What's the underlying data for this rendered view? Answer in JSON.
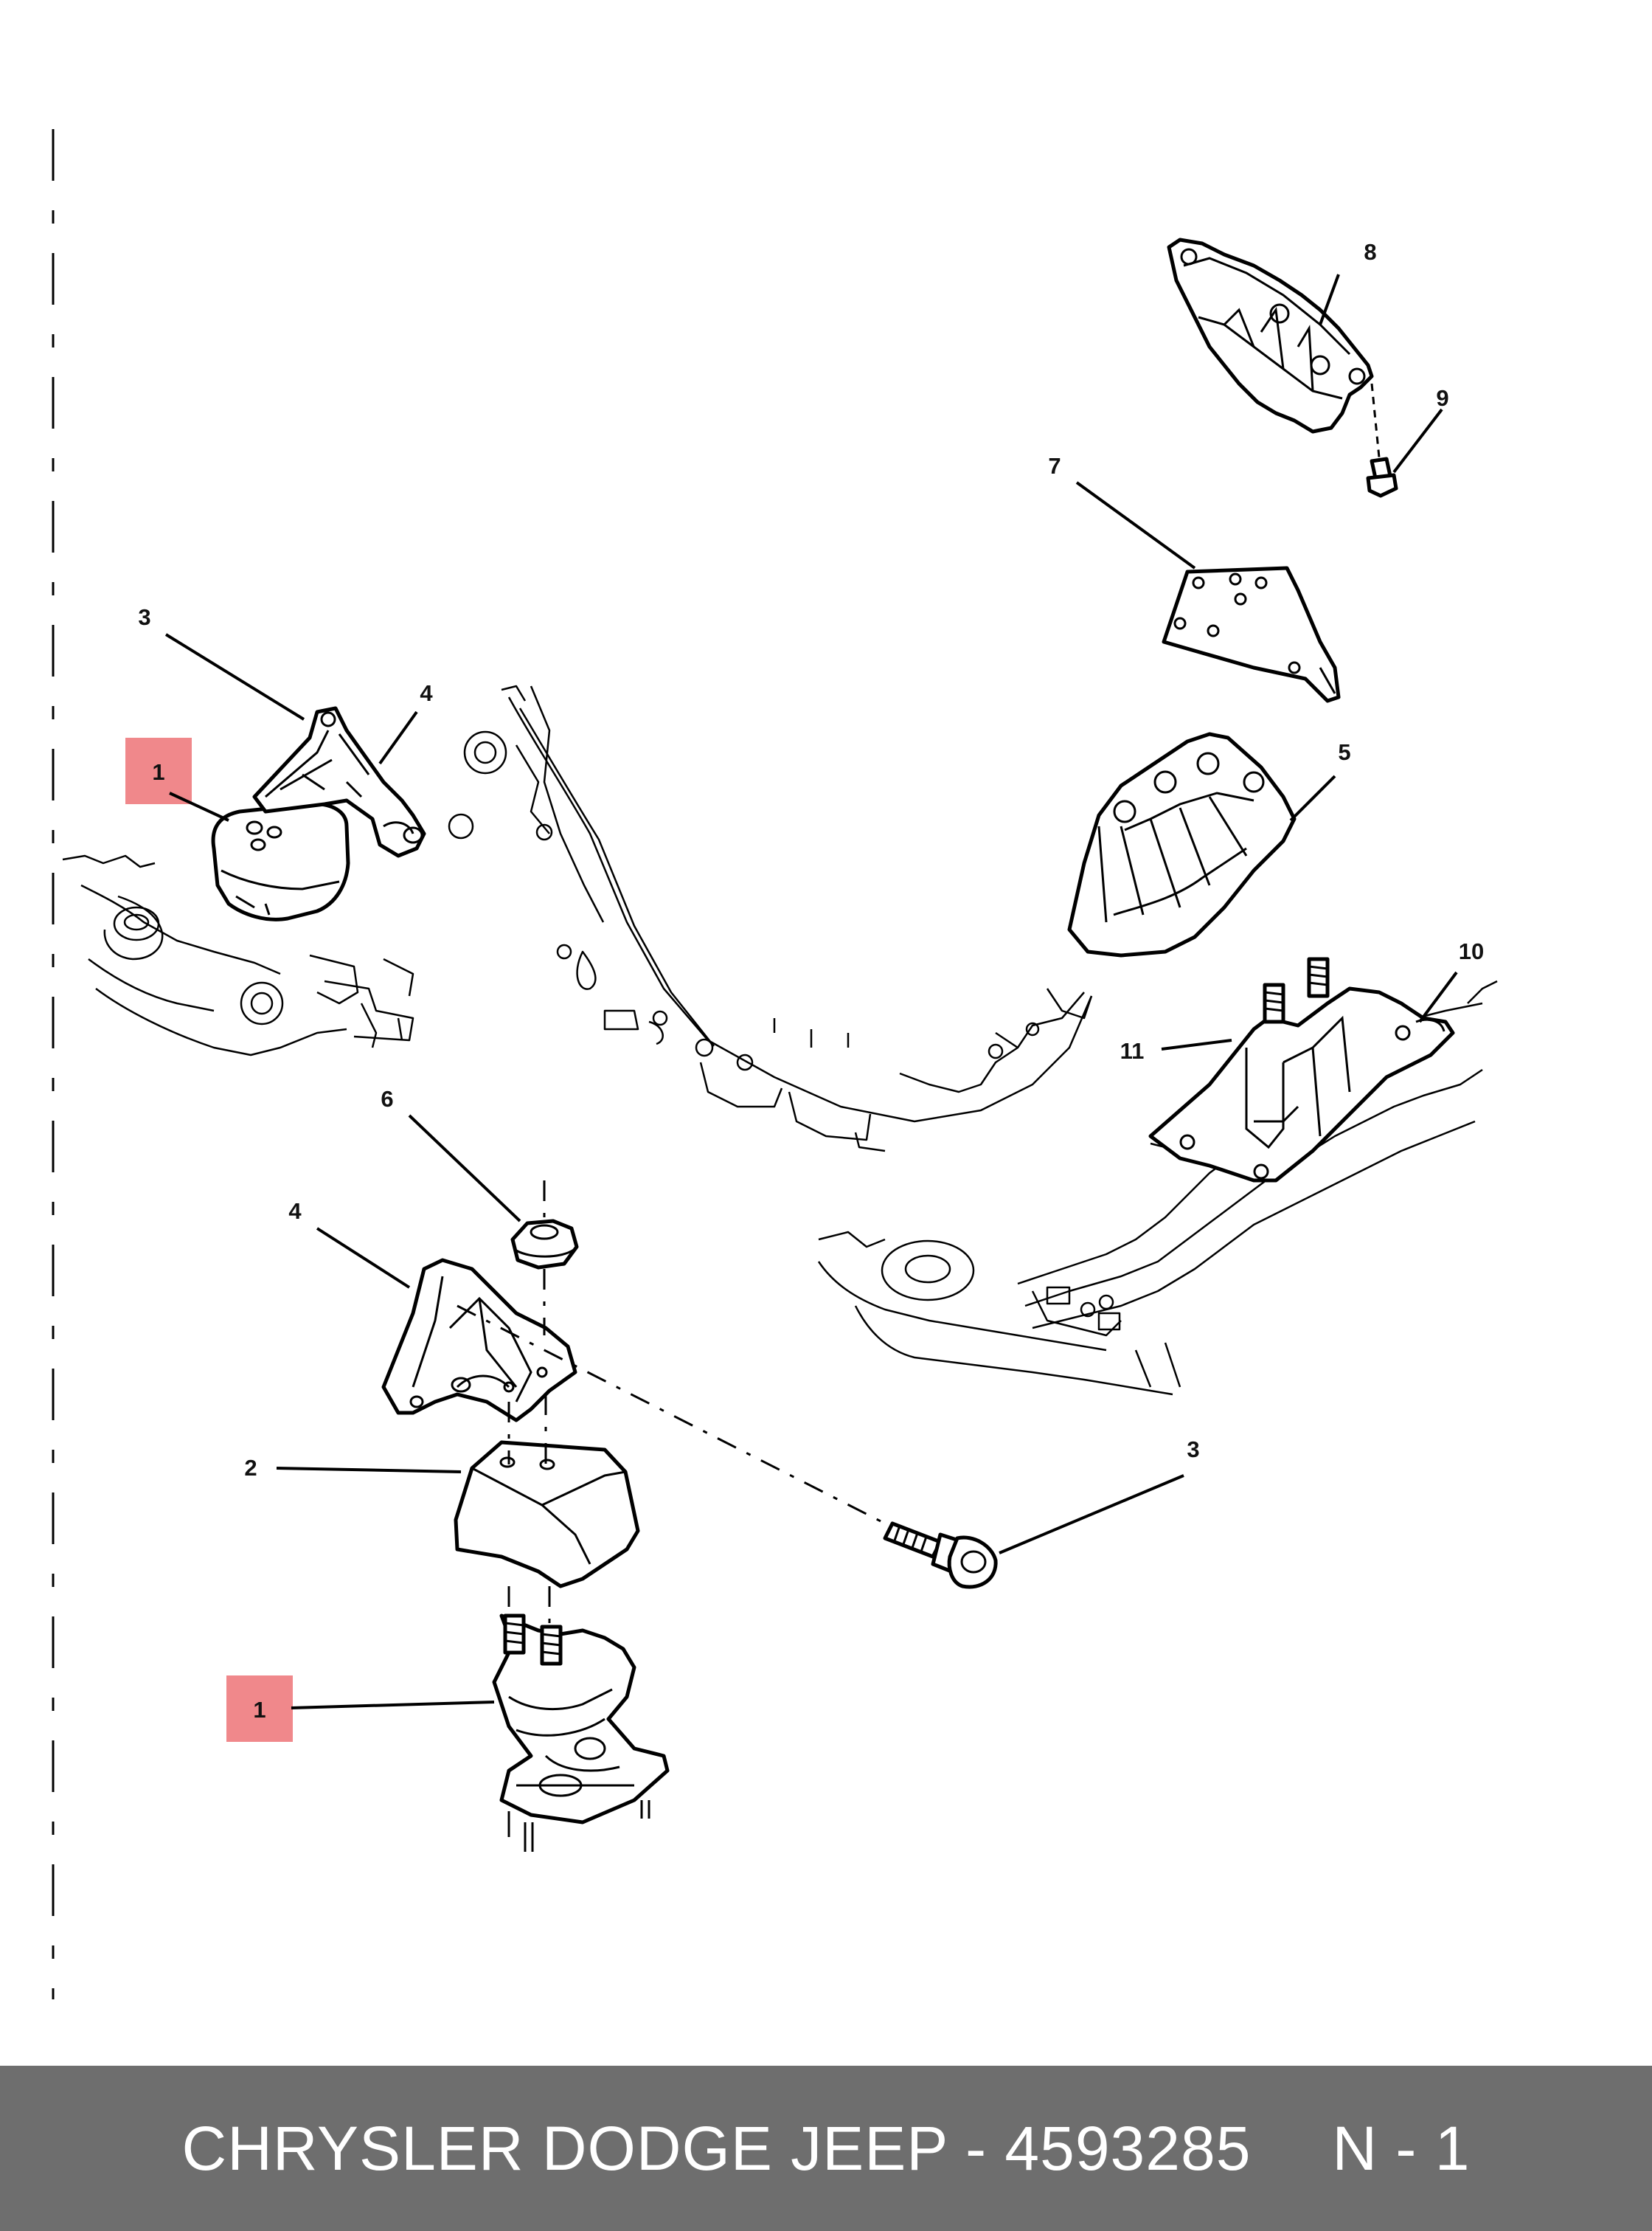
{
  "footer": {
    "part_text": "CHRYSLER DODGE JEEP - 4593285",
    "position_text": "N - 1"
  },
  "callouts": {
    "c1_upper": "1",
    "c1_lower": "1",
    "c2": "2",
    "c3_upper": "3",
    "c3_lower": "3",
    "c4_upper": "4",
    "c4_lower": "4",
    "c5": "5",
    "c6": "6",
    "c7": "7",
    "c8": "8",
    "c9": "9",
    "c10": "10",
    "c11": "11"
  },
  "colors": {
    "highlight": "#f0888b",
    "footer_bg": "#6e6e6e",
    "footer_text": "#ffffff"
  }
}
